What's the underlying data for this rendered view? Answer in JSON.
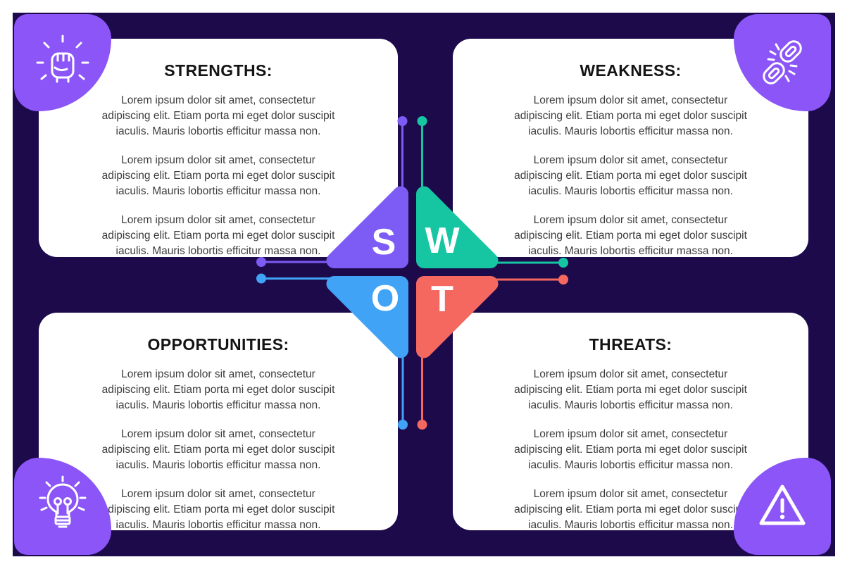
{
  "colors": {
    "background": "#1D0A4B",
    "corner_blob": "#8B55F7",
    "strengths": "#7D5BF5",
    "weakness": "#16C6A3",
    "opportunities": "#41A3F6",
    "threats": "#F4685F",
    "card": "#FFFFFF",
    "heading_text": "#141414",
    "body_text": "#3C3C3C",
    "letter_text": "#FFFFFF"
  },
  "lorem_paragraph": "Lorem ipsum dolor sit amet, consectetur\nadipiscing elit. Etiam porta mi eget dolor suscipit\niaculis. Mauris lobortis efficitur massa non.",
  "cards": {
    "strengths": {
      "title": "STRENGTHS:"
    },
    "weakness": {
      "title": "WEAKNESS:"
    },
    "opportunities": {
      "title": "OPPORTUNITIES:"
    },
    "threats": {
      "title": "THREATS:"
    }
  },
  "center": {
    "letters": {
      "s": "S",
      "w": "W",
      "o": "O",
      "t": "T"
    }
  },
  "icons": {
    "top_left": "raised-fist",
    "top_right": "broken-chain",
    "bottom_left": "lightbulb",
    "bottom_right": "warning-triangle"
  }
}
